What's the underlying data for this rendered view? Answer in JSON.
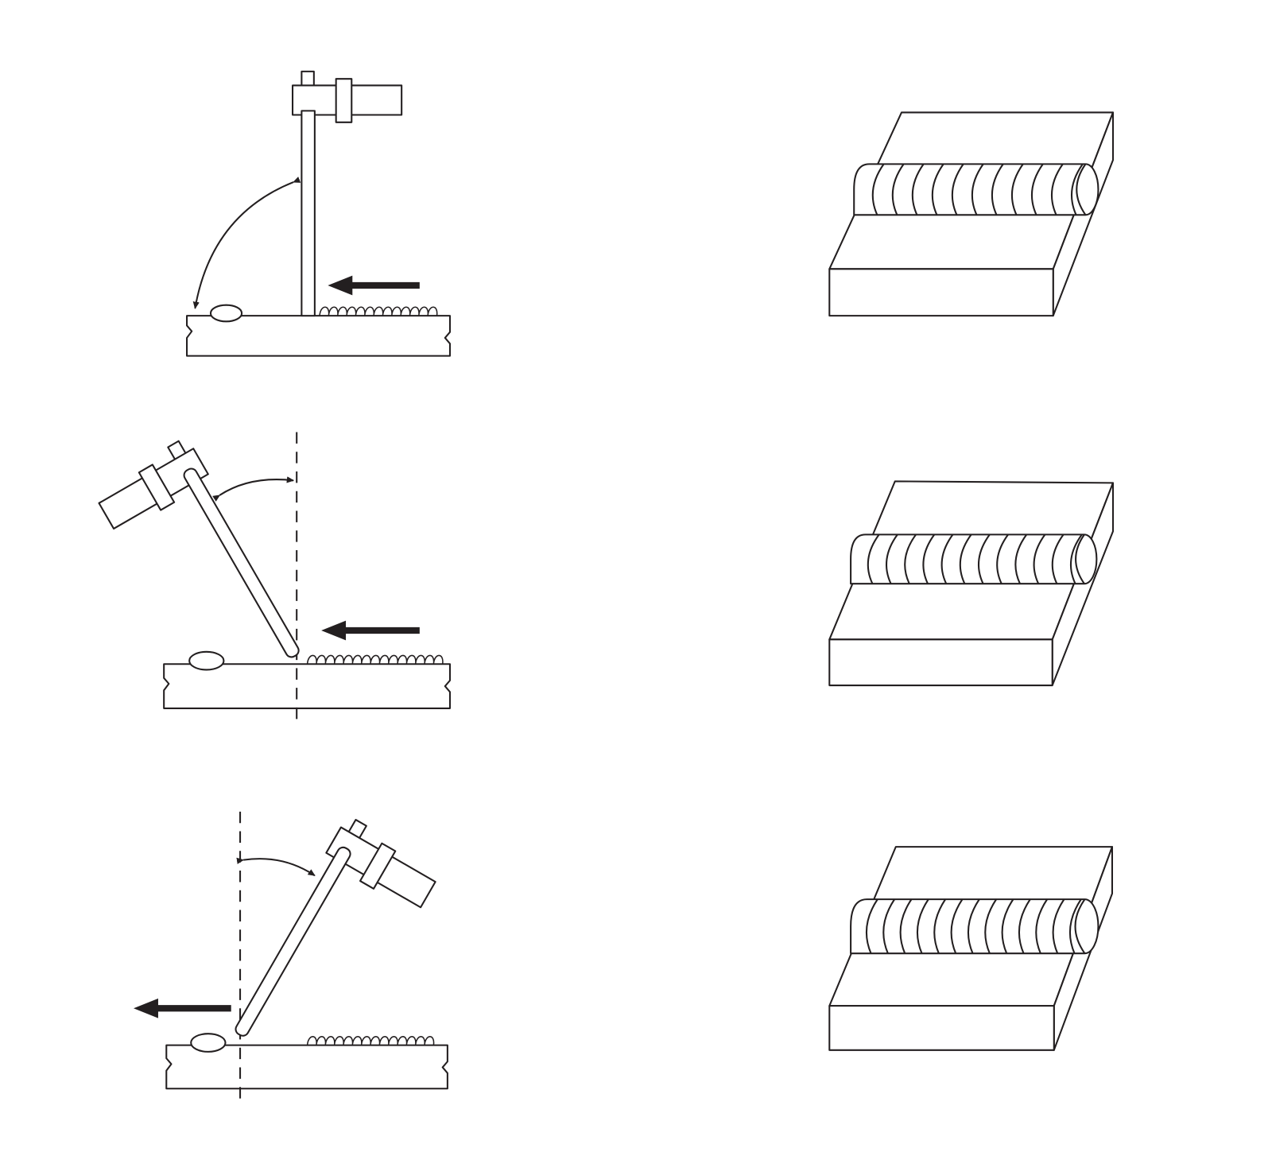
{
  "colors": {
    "line": "#231f20",
    "background": "#ffffff"
  },
  "panels": [
    {
      "id": "perpendicular",
      "electrode_angle_deg": 0,
      "travel": "left"
    },
    {
      "id": "drag",
      "electrode_angle_deg": -30,
      "travel": "left"
    },
    {
      "id": "push",
      "electrode_angle_deg": 30,
      "travel": "left"
    }
  ],
  "beads": [
    {
      "id": "bead-1",
      "ripples": 11
    },
    {
      "id": "bead-2",
      "ripples": 12
    },
    {
      "id": "bead-3",
      "ripples": 13
    }
  ]
}
